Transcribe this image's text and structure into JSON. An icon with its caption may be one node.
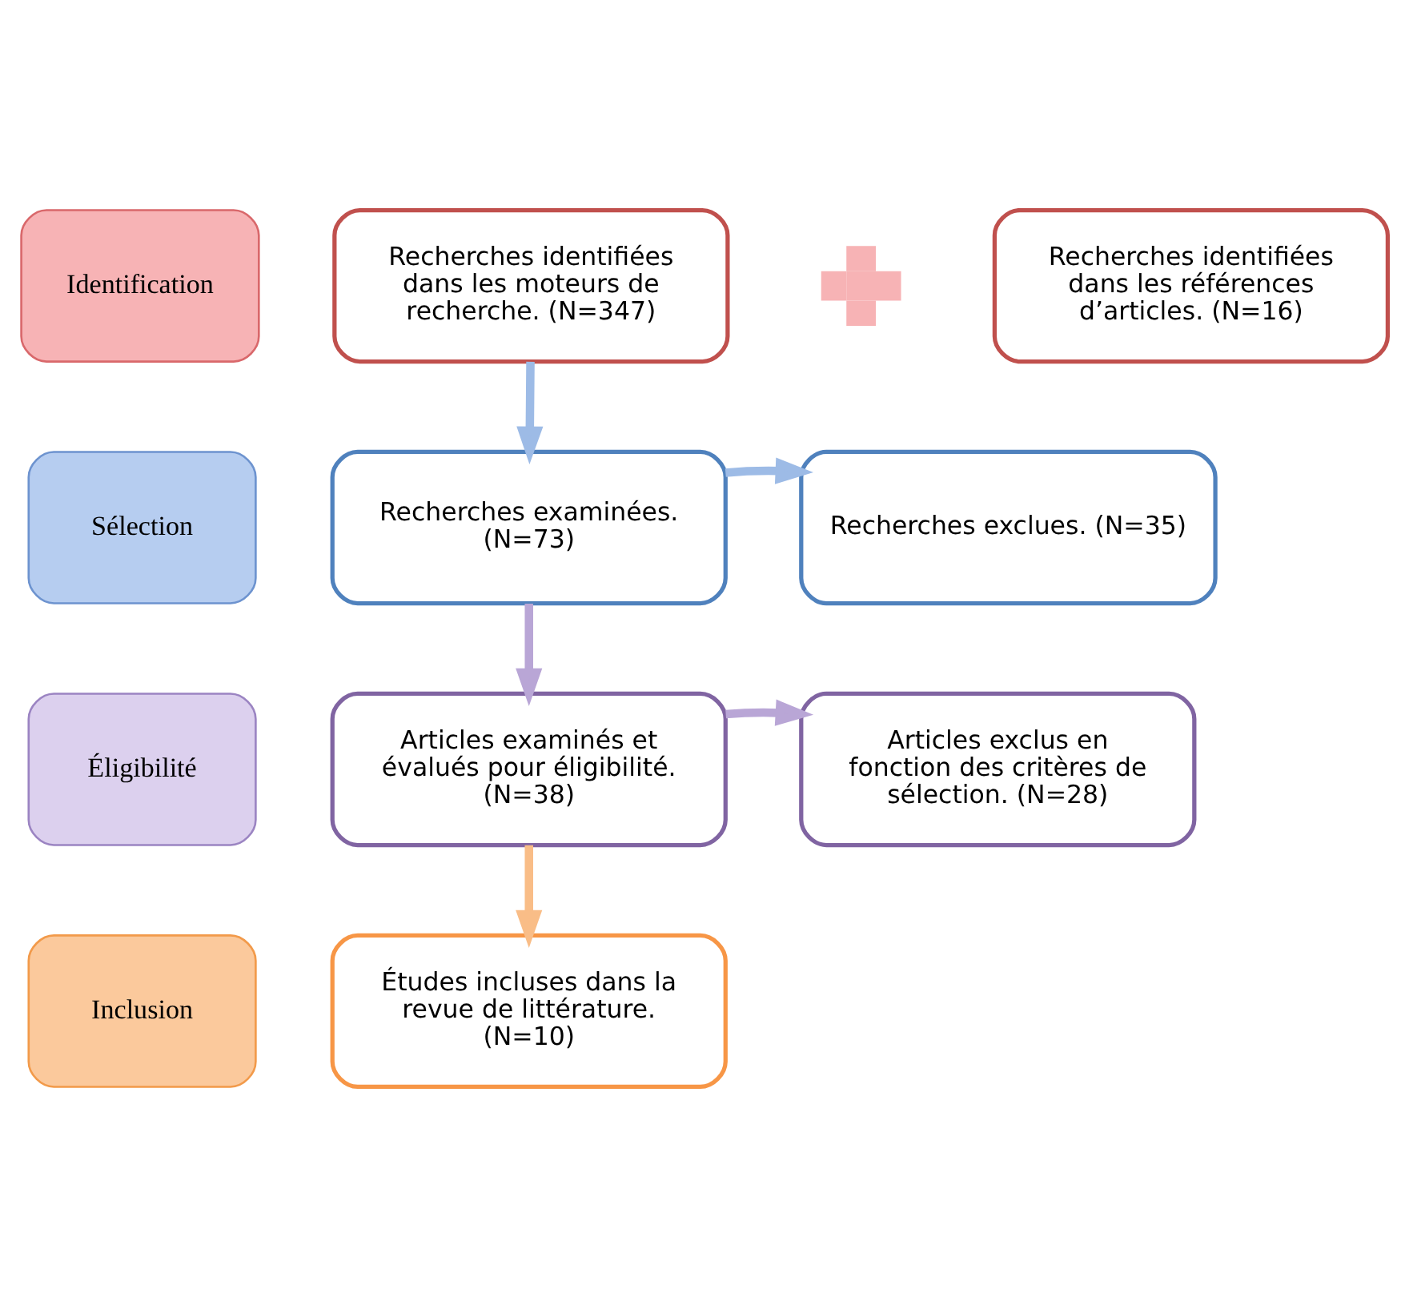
{
  "diagram": {
    "nodes": [
      {
        "text": [
          "Identification"
        ]
      },
      {
        "text": [
          "Recherches identifiées dans les moteurs de recherche. (N=347)"
        ]
      },
      {
        "text": [],
        "shape": "cross"
      },
      {
        "text": [
          "Recherches identifiées dans les références d’articles. (N=16)"
        ]
      },
      {
        "text": [
          "Sélection"
        ]
      },
      {
        "text": [
          "Recherches examinées. (N=73)"
        ]
      },
      {
        "text": [
          "Recherches exclues. (N=35)"
        ]
      },
      {
        "text": [
          "Éligibilité"
        ]
      },
      {
        "text": [
          "Articles examinés et évalués pour éligibilité. (N=38)"
        ]
      },
      {
        "text": [
          "Articles exclus en fonction des critères de sélection. (N=28)"
        ]
      },
      {
        "text": [
          "Inclusion"
        ]
      },
      {
        "text": [
          "Études incluses dans la revue de littérature. (N=10)"
        ]
      }
    ],
    "edges": [
      {
        "from": 1,
        "to": 5,
        "arrow": "to",
        "color": "#9dbbe6"
      },
      {
        "from": 5,
        "to": 6,
        "arrow": "to",
        "color": "#9dbbe6"
      },
      {
        "from": 5,
        "to": 8,
        "arrow": "to",
        "color": "#b9a6d6"
      },
      {
        "from": 8,
        "to": 9,
        "arrow": "to",
        "color": "#b9a6d6"
      },
      {
        "from": 8,
        "to": 11,
        "arrow": "to",
        "color": "#f9bd87"
      }
    ]
  }
}
